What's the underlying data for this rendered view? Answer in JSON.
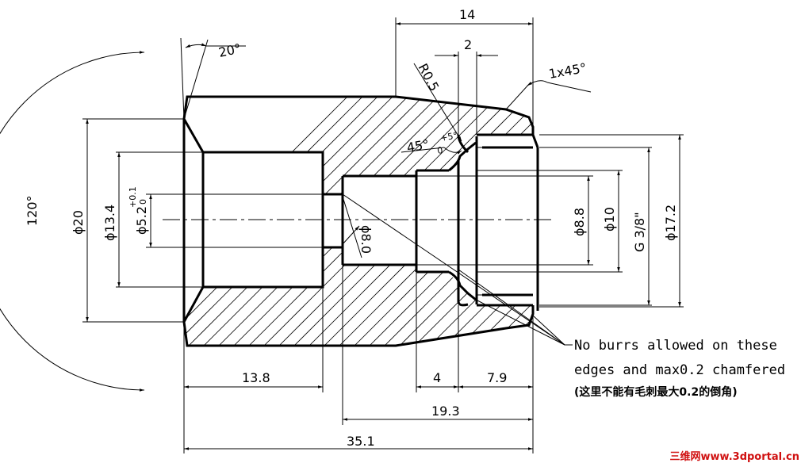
{
  "dimensions": {
    "top_length": "14",
    "groove_width": "2",
    "chamfer_outer": "1x45°",
    "radius": "R0.5",
    "angle_chamfer": "45°",
    "angle_chamfer_tol_upper": "+5°",
    "angle_chamfer_tol_lower": "0",
    "left_chamfer_angle": "20°",
    "cone_angle": "120°",
    "dia_20": "ϕ20",
    "dia_13_4": "ϕ13.4",
    "dia_5_2": "ϕ5.2",
    "dia_5_2_tol_upper": "+0.1",
    "dia_5_2_tol_lower": "0",
    "dia_8": "ϕ8.0",
    "dia_8_8": "ϕ8.8",
    "dia_10": "ϕ10",
    "thread": "G 3/8\"",
    "dia_17_2": "ϕ17.2",
    "len_13_8": "13.8",
    "len_4": "4",
    "len_7_9": "7.9",
    "len_19_3": "19.3",
    "len_35_1": "35.1"
  },
  "note": {
    "line1": "No burrs allowed on these",
    "line2": "edges and max0.2 chamfered",
    "line3": "(这里不能有毛刺最大0.2的倒角)"
  },
  "watermark": {
    "text": "三维网www.3dportal.cn",
    "color": "#d01010"
  }
}
